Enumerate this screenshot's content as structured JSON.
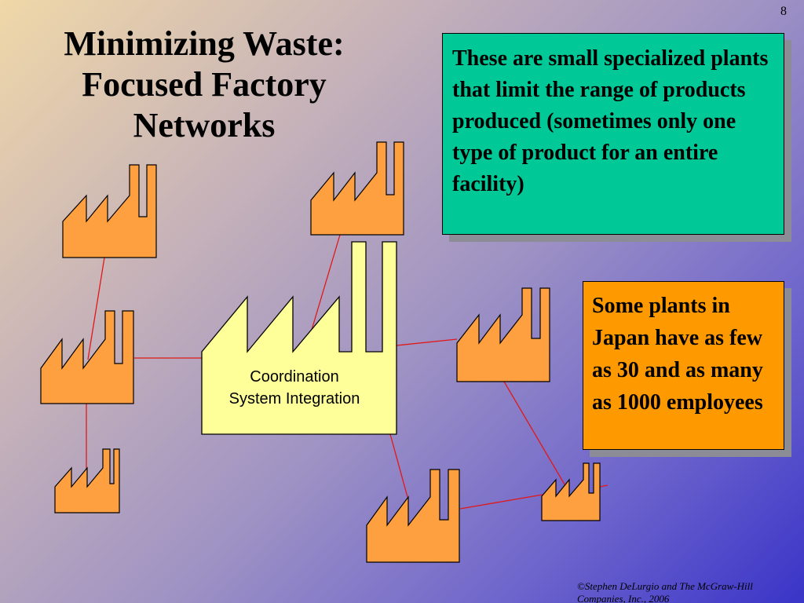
{
  "slide": {
    "page_number": "8",
    "title_lines": [
      "Minimizing Waste:",
      "Focused Factory",
      "Networks"
    ],
    "callout_green": "These are small specialized plants that limit the range of products produced (sometimes only one type of product for an entire facility)",
    "callout_orange": "Some plants in Japan have as few as 30 and as many as 1000 employees",
    "central_factory": {
      "line1": "Coordination",
      "line2": "System Integration"
    },
    "footer_lines": [
      "©Stephen DeLurgio and The McGraw-Hill",
      "Companies, Inc., 2006"
    ]
  },
  "colors": {
    "factory_fill": "#ffa040",
    "central_fill": "#ffff99",
    "connector": "#e01818",
    "callout_green": "#00c896",
    "callout_orange": "#ff9900"
  }
}
